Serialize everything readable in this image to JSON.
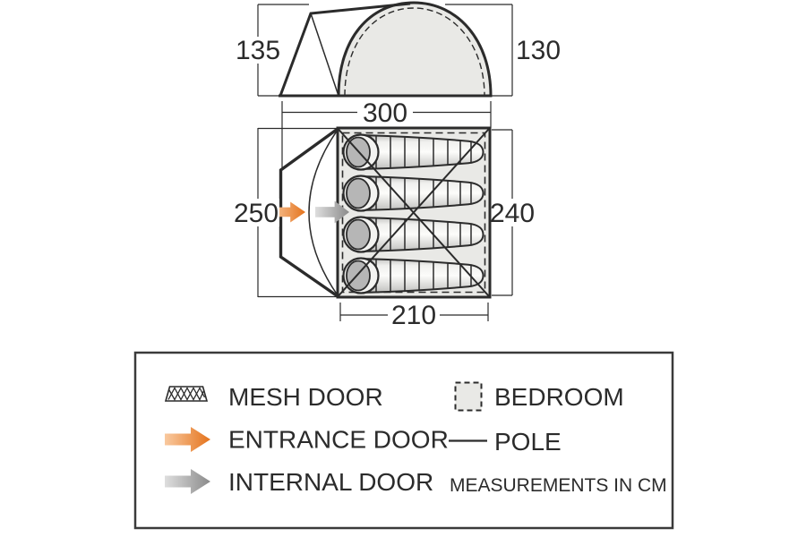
{
  "dimensions": {
    "elevation_height_left": "135",
    "elevation_height_right": "130",
    "total_width": "300",
    "tent_depth": "250",
    "bedroom_depth": "240",
    "bedroom_width": "210"
  },
  "legend": {
    "items": [
      {
        "icon": "mesh-door-icon",
        "label": "MESH DOOR"
      },
      {
        "icon": "entrance-door-arrow-icon",
        "label": "ENTRANCE DOOR"
      },
      {
        "icon": "internal-door-arrow-icon",
        "label": "INTERNAL DOOR"
      },
      {
        "icon": "bedroom-swatch-icon",
        "label": "BEDROOM"
      },
      {
        "icon": "pole-line-icon",
        "label": "POLE"
      }
    ],
    "note": "MEASUREMENTS IN CM"
  },
  "colors": {
    "ink": "#2b2b2b",
    "panel_fill": "#e9e9e6",
    "bag_head_fill": "#b6b6b6",
    "entrance_door_tail": "#f9c99f",
    "entrance_door_head": "#e4731c",
    "internal_door_tail": "#dedede",
    "internal_door_head": "#8a8a8a"
  }
}
